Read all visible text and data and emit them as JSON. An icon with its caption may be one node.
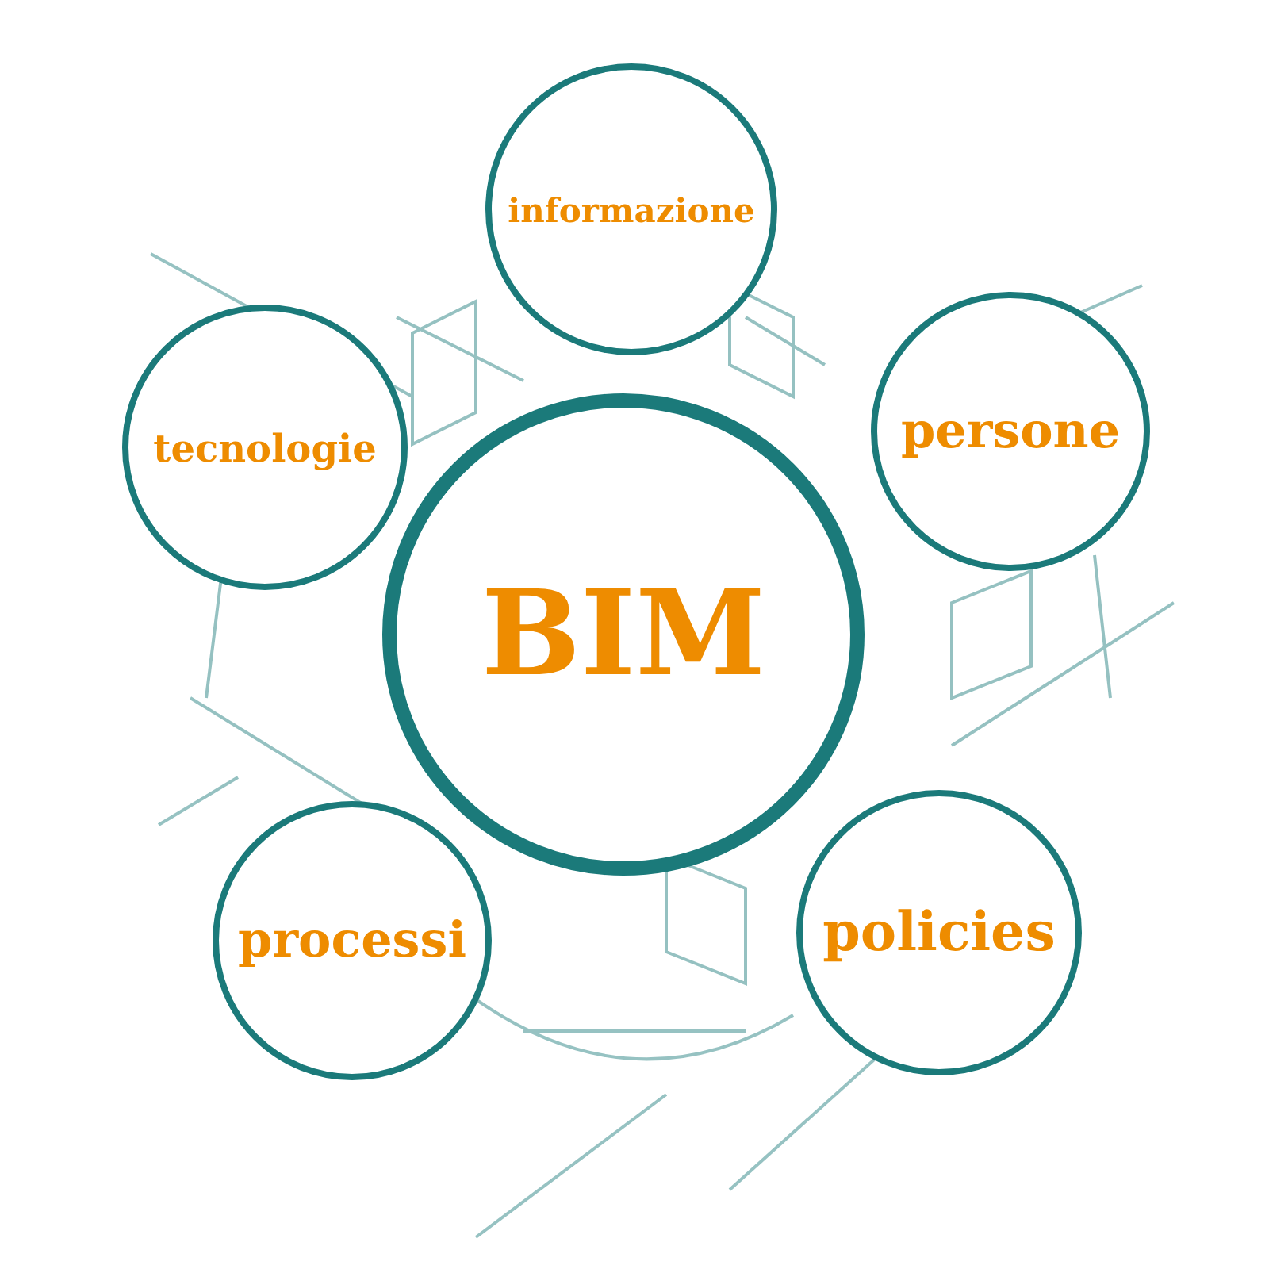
{
  "diagram": {
    "nodes": [
      {
        "text": [
          "informazione"
        ]
      },
      {
        "text": [
          "tecnologie"
        ]
      },
      {
        "text": [
          "persone"
        ]
      },
      {
        "text": [
          "BIM"
        ]
      },
      {
        "text": [
          "processi"
        ]
      },
      {
        "text": [
          "policies"
        ]
      }
    ]
  }
}
